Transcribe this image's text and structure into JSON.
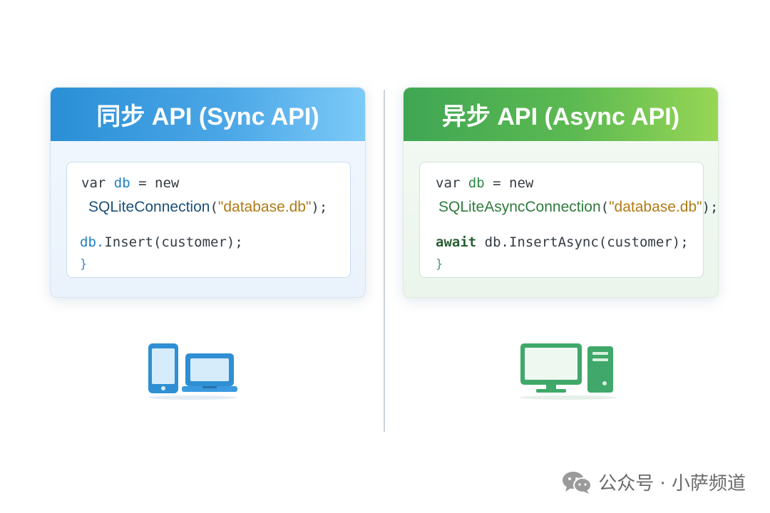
{
  "sync_panel": {
    "title": "同步 API (Sync API)",
    "code": {
      "l1_kw1": "var",
      "l1_var": "db",
      "l1_eq": "=",
      "l1_kw2": "new",
      "l2_class": "SQLiteConnection",
      "l2_open": "(",
      "l2_str": "\"database.db\"",
      "l2_close": ");",
      "l3_obj": "db.",
      "l3_method": "Insert(customer);",
      "l4_brace": "}"
    }
  },
  "async_panel": {
    "title": "异步 API (Async API)",
    "code": {
      "l1_kw1": "var",
      "l1_var": "db",
      "l1_eq": "=",
      "l1_kw2": "new",
      "l2_class": "SQLiteAsyncConnection",
      "l2_open": "(",
      "l2_str": "\"database.db\"",
      "l2_close": ");",
      "l3_await": "await",
      "l3_method": "db.InsertAsync(customer);",
      "l4_brace": "}"
    }
  },
  "icons": {
    "sync": [
      "phone-icon",
      "laptop-icon"
    ],
    "async": [
      "desktop-monitor-icon",
      "pc-tower-icon"
    ]
  },
  "colors": {
    "sync_accent": "#2a8fd6",
    "async_accent": "#3fa653",
    "string": "#b07a16"
  },
  "watermark": {
    "text": "公众号 · 小萨频道",
    "icon": "wechat-icon"
  }
}
